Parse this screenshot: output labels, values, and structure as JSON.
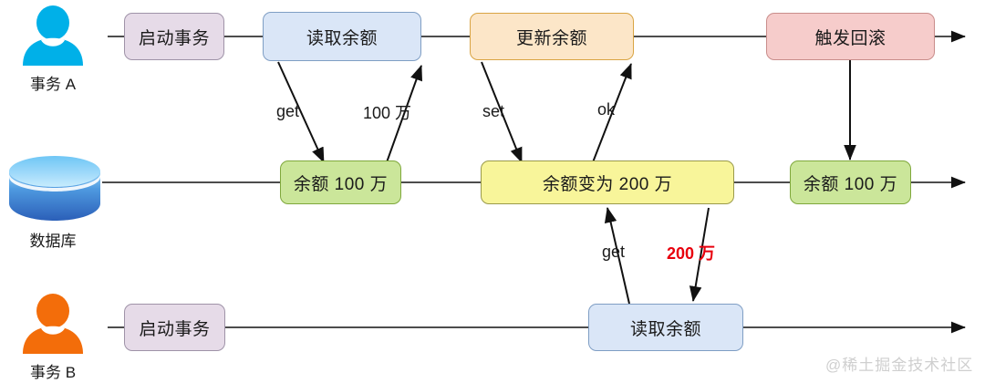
{
  "diagram": {
    "title": "transaction-dirty-read-sequence",
    "watermark": "@稀土掘金技术社区"
  },
  "lanes": [
    {
      "id": "txn-a",
      "label": "事务 A",
      "icon": "person-icon",
      "color": "#00b0e8"
    },
    {
      "id": "database",
      "label": "数据库",
      "icon": "database-icon",
      "color": "#2f6fd0"
    },
    {
      "id": "txn-b",
      "label": "事务 B",
      "icon": "person-icon",
      "color": "#f36d0a"
    }
  ],
  "nodes": {
    "a_begin": {
      "label": "启动事务",
      "fill": "#e6dbe8",
      "stroke": "#9f93a8"
    },
    "a_read": {
      "label": "读取余额",
      "fill": "#dae6f7",
      "stroke": "#7f9ec4"
    },
    "a_update": {
      "label": "更新余额",
      "fill": "#fce6c8",
      "stroke": "#d9a443"
    },
    "a_rollback": {
      "label": "触发回滚",
      "fill": "#f6cccb",
      "stroke": "#c98d8b"
    },
    "db_100_1": {
      "label": "余额 100 万",
      "fill": "#cbe69a",
      "stroke": "#7fa83c"
    },
    "db_200": {
      "label": "余额变为 200 万",
      "fill": "#f8f59a",
      "stroke": "#9a9a4b"
    },
    "db_100_2": {
      "label": "余额 100 万",
      "fill": "#cbe69a",
      "stroke": "#7fa83c"
    },
    "b_begin": {
      "label": "启动事务",
      "fill": "#e6dbe8",
      "stroke": "#9f93a8"
    },
    "b_read": {
      "label": "读取余额",
      "fill": "#dae6f7",
      "stroke": "#7f9ec4"
    }
  },
  "edge_labels": {
    "get_a": {
      "text": "get",
      "color": "#1a1a1a"
    },
    "value_a": {
      "text": "100 万",
      "color": "#1a1a1a"
    },
    "set_a": {
      "text": "set",
      "color": "#1a1a1a"
    },
    "ok_a": {
      "text": "ok",
      "color": "#1a1a1a"
    },
    "get_b": {
      "text": "get",
      "color": "#1a1a1a"
    },
    "value_b": {
      "text": "200 万",
      "color": "#e8000d"
    }
  },
  "colors": {
    "lifeline": "#4d4d4d",
    "arrow": "#111111",
    "watermark": "#cfcfcf"
  }
}
